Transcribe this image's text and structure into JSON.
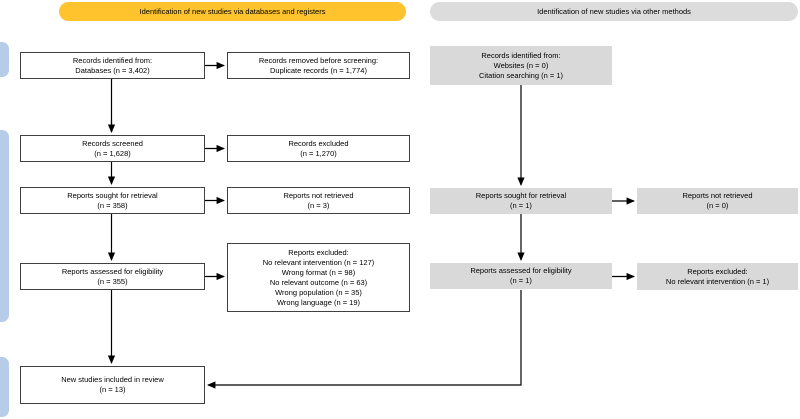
{
  "headers": {
    "left": "Identification of new studies via databases and registers",
    "right": "Identification of new studies via other methods"
  },
  "boxes": {
    "db_identified": "Records identified from:\nDatabases (n = 3,402)",
    "db_removed": "Records removed before screening:\nDuplicate records (n = 1,774)",
    "screened": "Records screened\n(n = 1,628)",
    "records_excluded": "Records excluded\n(n = 1,270)",
    "sought": "Reports sought for retrieval\n(n = 358)",
    "not_retrieved": "Reports not retrieved\n(n = 3)",
    "assessed": "Reports assessed for eligibility\n(n = 355)",
    "reports_excluded": "Reports excluded:\nNo relevant intervention (n = 127)\nWrong format (n = 98)\nNo relevant outcome (n = 63)\nWrong population (n = 35)\nWrong language (n = 19)",
    "included": "New studies included in review\n(n = 13)",
    "other_identified": "Records identified from:\nWebsites (n = 0)\nCitation searching (n = 1)",
    "other_sought": "Reports sought for retrieval\n(n = 1)",
    "other_not_retrieved": "Reports not retrieved\n(n = 0)",
    "other_assessed": "Reports assessed for eligibility\n(n = 1)",
    "other_excluded": "Reports excluded:\nNo relevant intervention (n = 1)"
  },
  "colors": {
    "header_left_bg": "#fec32d",
    "header_right_bg": "#dcdcdc",
    "box_gray_bg": "#d9d9d9",
    "side_band_bg": "#b7cce8",
    "box_border": "#404040",
    "arrow_color": "#000000",
    "text_color": "#000000"
  }
}
